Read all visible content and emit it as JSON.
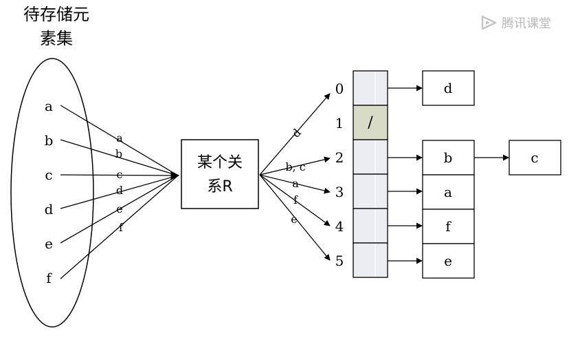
{
  "source_title": [
    "待存储元",
    "素集"
  ],
  "elements": [
    "a",
    "b",
    "c",
    "d",
    "e",
    "f"
  ],
  "relation_box": [
    "某个关",
    "系R"
  ],
  "edge_labels_left": [
    "a",
    "b",
    "c",
    "d",
    "e",
    "f"
  ],
  "edge_labels_right": [
    "d",
    "b, c",
    "a",
    "f",
    "e"
  ],
  "indices": [
    "0",
    "1",
    "2",
    "3",
    "4",
    "5"
  ],
  "null_marker": "/",
  "list_nodes": [
    "d",
    "b",
    "a",
    "f",
    "e"
  ],
  "chain_node": "c",
  "watermark": "腾讯课堂",
  "colors": {
    "stroke": "#000000",
    "slot_fill": "#ececf3",
    "null_fill": "#d8dcc7",
    "watermark": "#b9b9b9"
  }
}
